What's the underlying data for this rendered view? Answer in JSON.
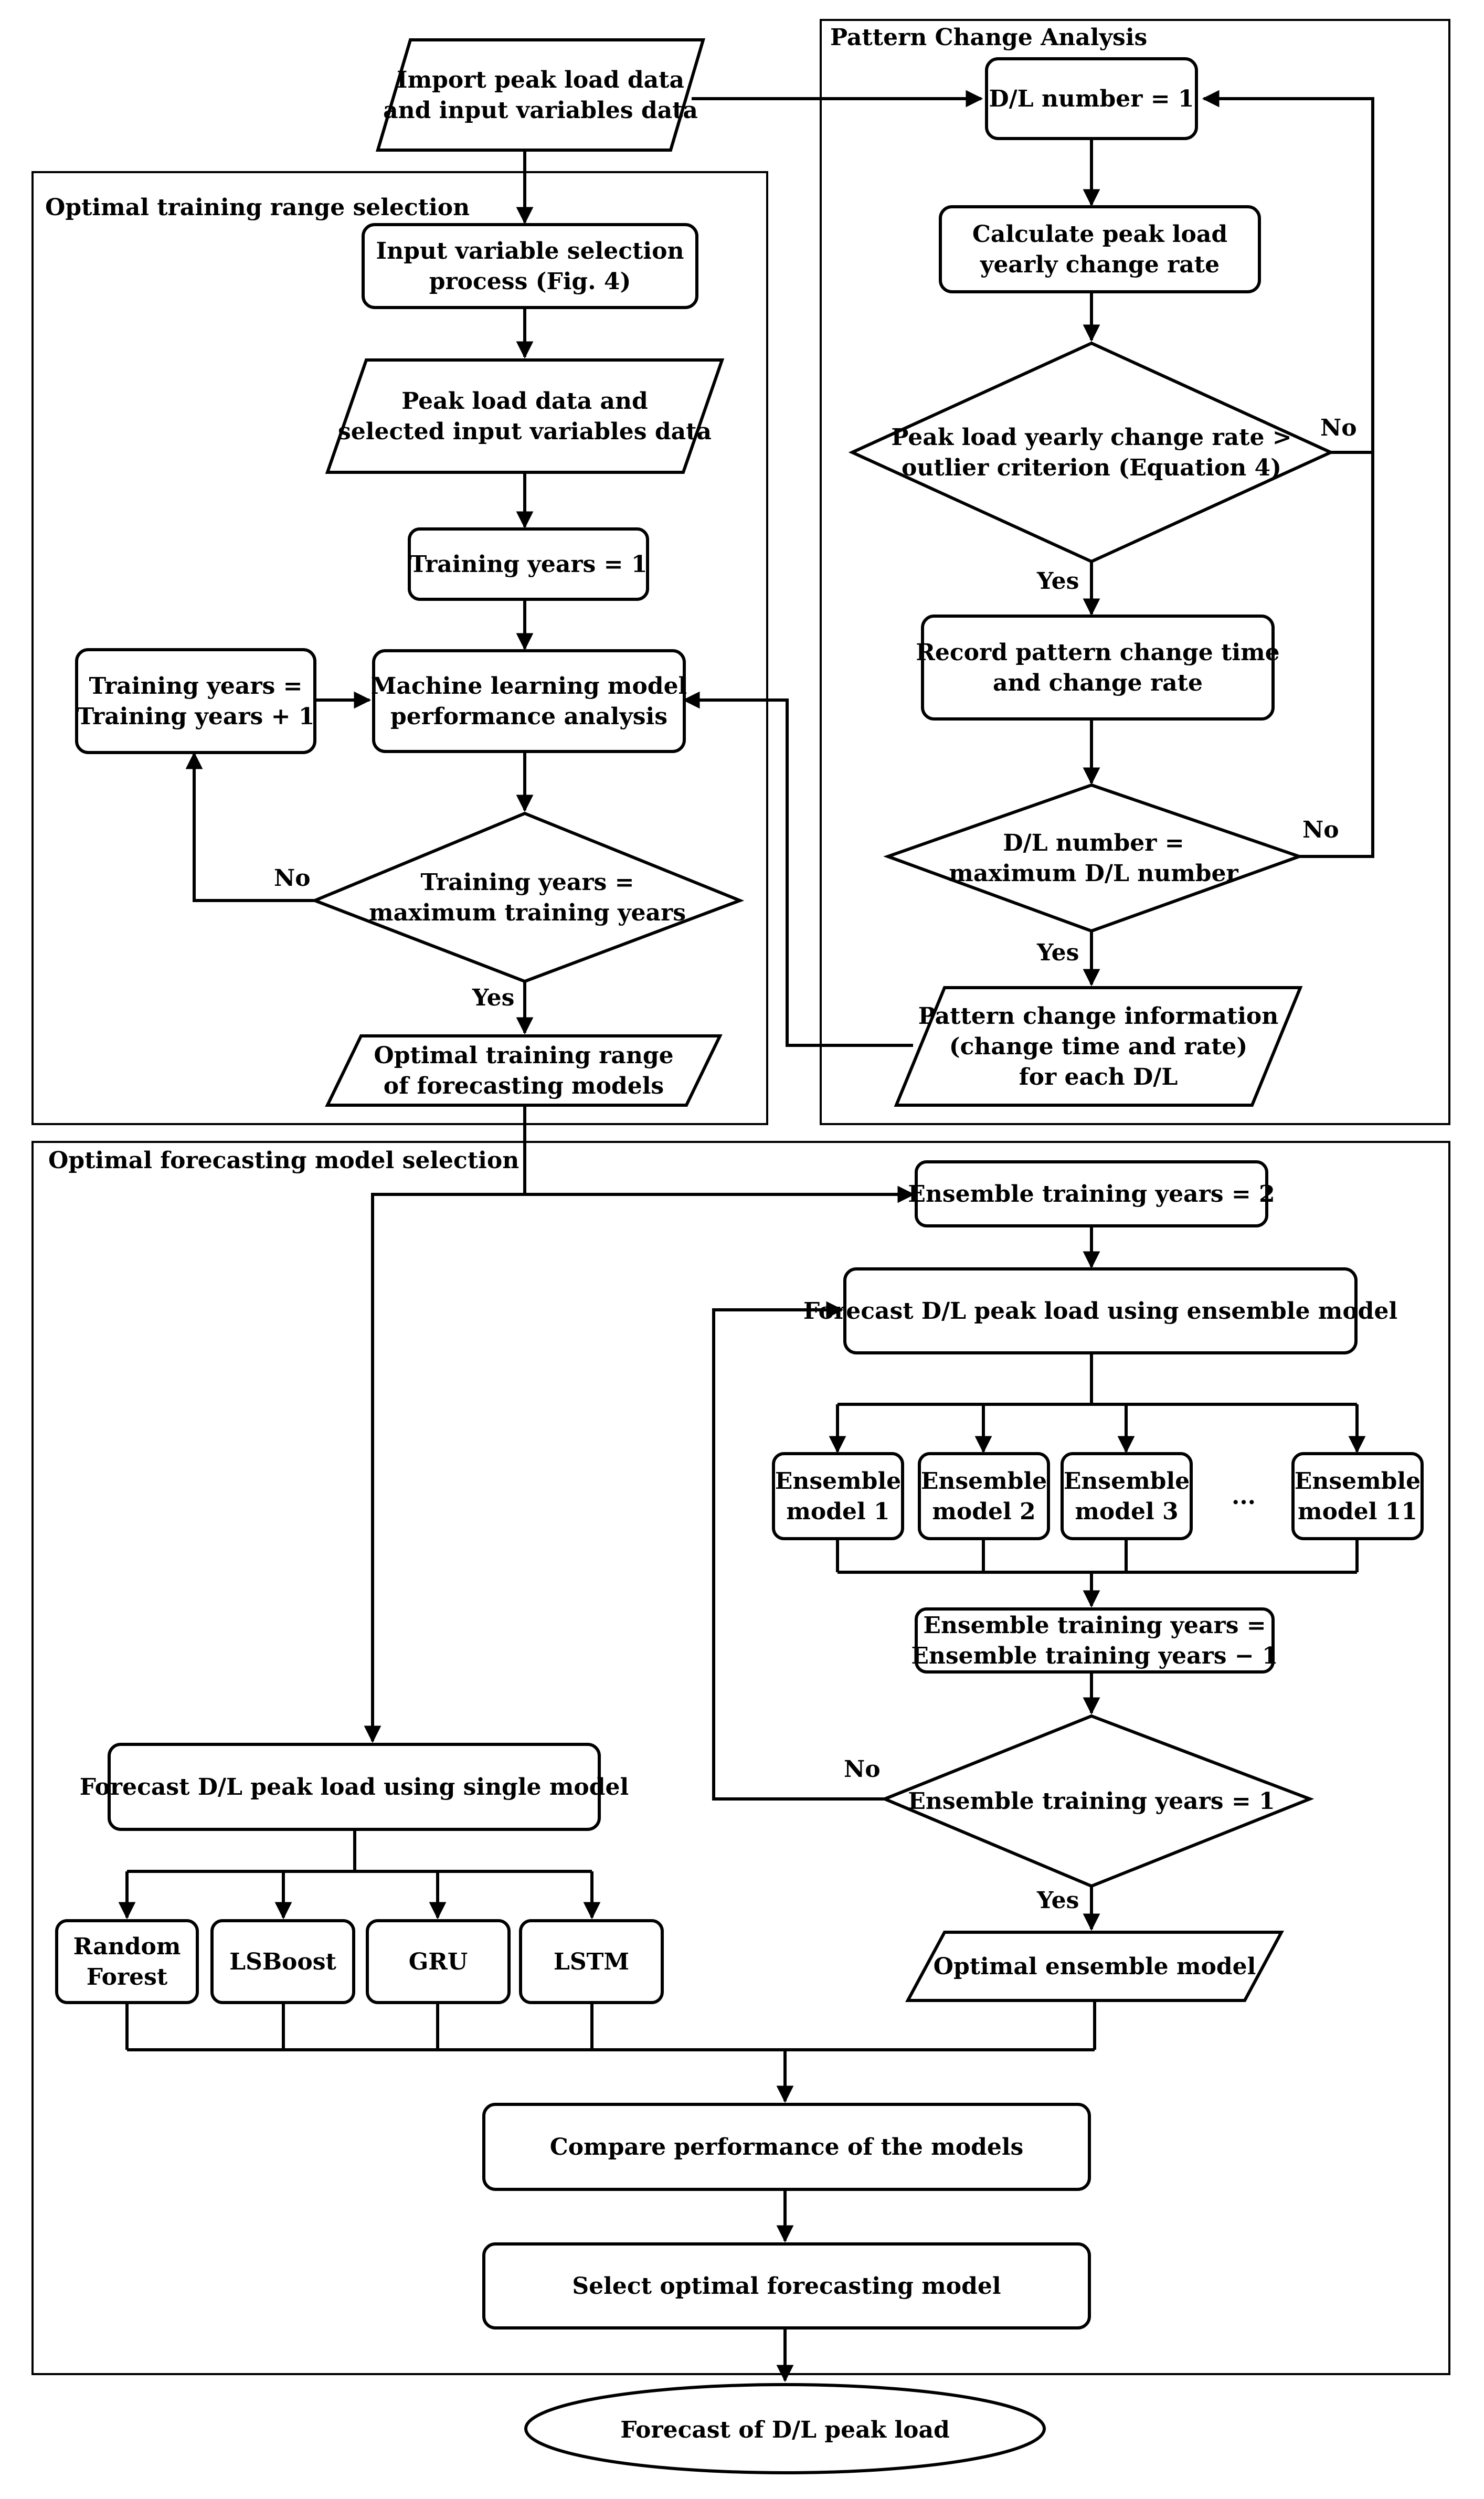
{
  "sections": {
    "pattern": "Pattern Change Analysis",
    "training": "Optimal training range selection",
    "forecasting": "Optimal forecasting model selection"
  },
  "nodes": {
    "import": [
      "Import peak load data",
      "and input variables data"
    ],
    "dl1": [
      "D/L number = 1"
    ],
    "calc": [
      "Calculate peak load",
      "yearly change rate"
    ],
    "outlier": [
      "Peak load yearly change rate >",
      "outlier criterion (Equation 4)"
    ],
    "record": [
      "Record pattern change time",
      "and change rate"
    ],
    "dlmax": [
      "D/L number =",
      "maximum D/L number"
    ],
    "patinfo": [
      "Pattern change information",
      "(change time and rate)",
      "for each D/L"
    ],
    "ivs": [
      "Input variable selection",
      "process (Fig. 4)"
    ],
    "peakdata": [
      "Peak load data and",
      "selected input variables data"
    ],
    "ty1": [
      "Training years = 1"
    ],
    "typlus": [
      "Training years =",
      "Training years + 1"
    ],
    "mlperf": [
      "Machine learning model",
      "performance analysis"
    ],
    "tymax": [
      "Training years =",
      "maximum training years"
    ],
    "optrange": [
      "Optimal training range",
      "of forecasting models"
    ],
    "ety2": [
      "Ensemble training years = 2"
    ],
    "fens": [
      "Forecast D/L peak load using ensemble model"
    ],
    "em1": [
      "Ensemble",
      "model 1"
    ],
    "em2": [
      "Ensemble",
      "model 2"
    ],
    "em3": [
      "Ensemble",
      "model 3"
    ],
    "emdots": [
      "..."
    ],
    "em11": [
      "Ensemble",
      "model 11"
    ],
    "etyminus": [
      "Ensemble training years =",
      "Ensemble training years − 1"
    ],
    "ety1": [
      "Ensemble training years = 1"
    ],
    "optens": [
      "Optimal ensemble model"
    ],
    "fsingle": [
      "Forecast D/L peak load using single model"
    ],
    "rf": [
      "Random",
      "Forest"
    ],
    "lsboost": [
      "LSBoost"
    ],
    "gru": [
      "GRU"
    ],
    "lstm": [
      "LSTM"
    ],
    "compare": [
      "Compare performance of the models"
    ],
    "selopt": [
      "Select optimal forecasting model"
    ],
    "final": [
      "Forecast of D/L peak load"
    ]
  },
  "edge_labels": {
    "yes": "Yes",
    "no": "No"
  }
}
